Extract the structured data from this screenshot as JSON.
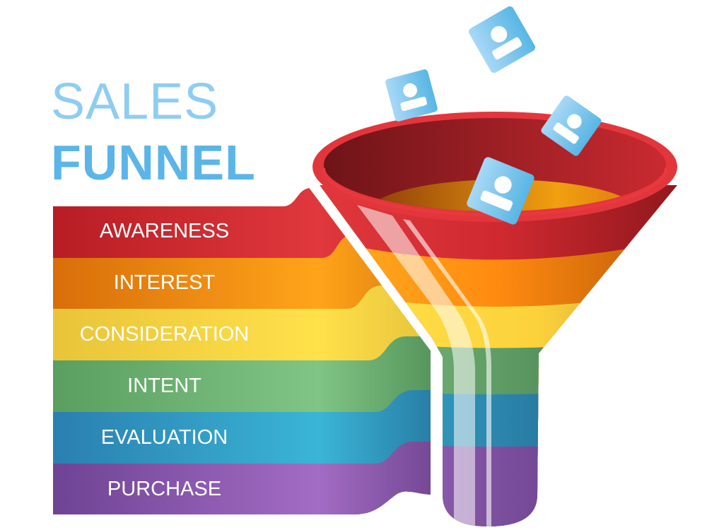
{
  "title": {
    "line1": "SALES",
    "line2": "FUNNEL"
  },
  "stages": [
    {
      "label": "AWARENESS",
      "color": "#d42b30"
    },
    {
      "label": "INTEREST",
      "color": "#f08a12"
    },
    {
      "label": "CONSIDERATION",
      "color": "#f3cf3a"
    },
    {
      "label": "INTENT",
      "color": "#5fa866"
    },
    {
      "label": "EVALUATION",
      "color": "#2a8cbf"
    },
    {
      "label": "PURCHASE",
      "color": "#7e4fa0"
    }
  ],
  "icons": [
    "person-card-icon",
    "person-card-icon",
    "person-card-icon",
    "person-card-icon"
  ]
}
